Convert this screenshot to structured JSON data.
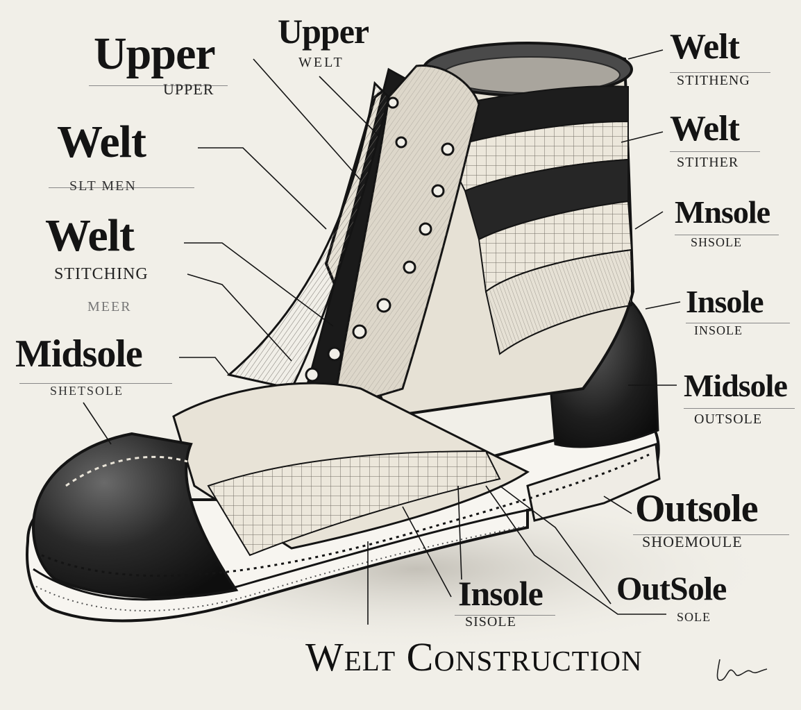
{
  "labels": {
    "left_upper": "Upper",
    "left_upper_sub": "UPPER",
    "left_welt1": "Welt",
    "left_welt1_sub": "SLT MEN",
    "left_welt2": "Welt",
    "left_welt2_sub": "STITCHING",
    "left_welt2_sub2": "MEER",
    "left_midsole": "Midsole",
    "left_midsole_sub": "SHETSOLE",
    "top_upper": "Upper",
    "top_upper_sub": "WELT",
    "right_welt1": "Welt",
    "right_welt1_sub": "STITHENG",
    "right_welt2": "Welt",
    "right_welt2_sub": "STITHER",
    "right_midsole": "Mnsole",
    "right_midsole_sub": "SHSOLE",
    "right_insole": "Insole",
    "right_insole_sub": "INSOLE",
    "right_midsole2": "Midsole",
    "right_midsole2_sub": "OUTSOLE",
    "right_outsole": "Outsole",
    "right_outsole_sub": "SHOEMOULE",
    "bottom_outsole": "OutSole",
    "bottom_outsole_sub": "SOLE",
    "bottom_insole": "Insole",
    "bottom_insole_sub": "SISOLE",
    "title": "Welt Construction"
  },
  "colors": {
    "background": "#f1efe8",
    "ink": "#141414",
    "leather_dark": "#1e1e1e",
    "leather_light": "#e9e4d8",
    "sole": "#f5f3ee"
  }
}
